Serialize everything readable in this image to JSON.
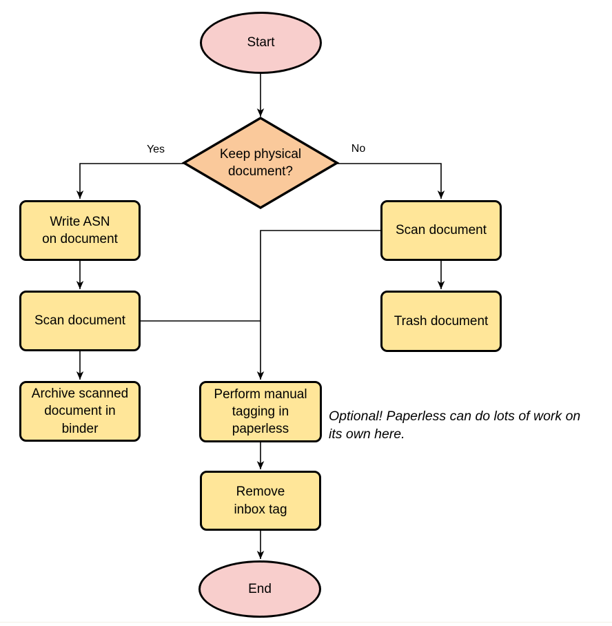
{
  "diagram": {
    "nodes": {
      "start": {
        "label": "Start",
        "type": "terminal"
      },
      "decision": {
        "label": "Keep physical\ndocument?",
        "type": "decision"
      },
      "write_asn": {
        "label": "Write ASN\non document",
        "type": "process"
      },
      "scan_left": {
        "label": "Scan document",
        "type": "process"
      },
      "archive": {
        "label": "Archive scanned\ndocument in\nbinder",
        "type": "process"
      },
      "scan_right": {
        "label": "Scan document",
        "type": "process"
      },
      "trash": {
        "label": "Trash document",
        "type": "process"
      },
      "tagging": {
        "label": "Perform manual\ntagging in\npaperless",
        "type": "process"
      },
      "remove_inbox": {
        "label": "Remove\ninbox tag",
        "type": "process"
      },
      "end": {
        "label": "End",
        "type": "terminal"
      }
    },
    "edge_labels": {
      "yes": "Yes",
      "no": "No"
    },
    "note": "Optional! Paperless can do lots of work on\nits own here."
  },
  "colors": {
    "terminal-fill": "#F8CECC",
    "process-fill": "#FFE699",
    "decision-fill": "#FAC99B",
    "stroke": "#000000",
    "background": "#FFFFFF"
  }
}
